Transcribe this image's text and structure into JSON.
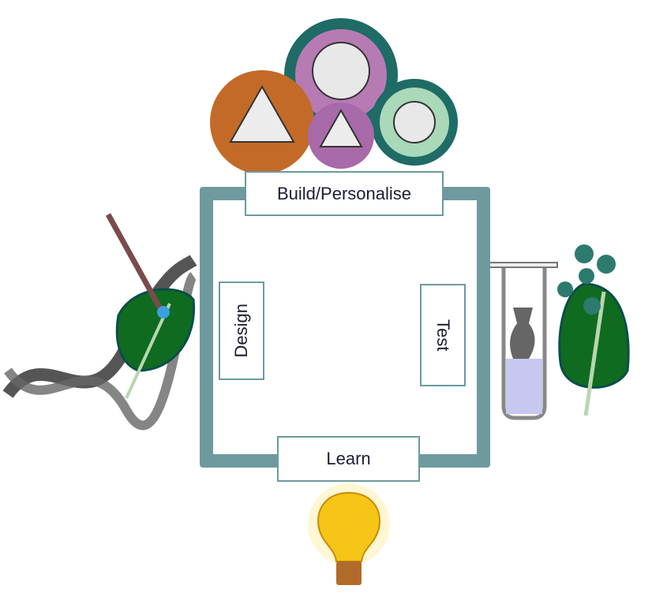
{
  "diagram": {
    "stages": {
      "build": "Build/Personalise",
      "design": "Design",
      "test": "Test",
      "learn": "Learn"
    },
    "colors": {
      "frame": "#6e9a9e",
      "text": "#1a1d33",
      "leaf": "#0f6b1f",
      "dna": "#555555",
      "bulb": "#f5c518"
    },
    "icons": [
      "nanoparticle-cluster-icon",
      "dna-leaf-injection-icon",
      "test-tube-icon",
      "leaf-with-particles-icon",
      "lightbulb-icon"
    ]
  }
}
